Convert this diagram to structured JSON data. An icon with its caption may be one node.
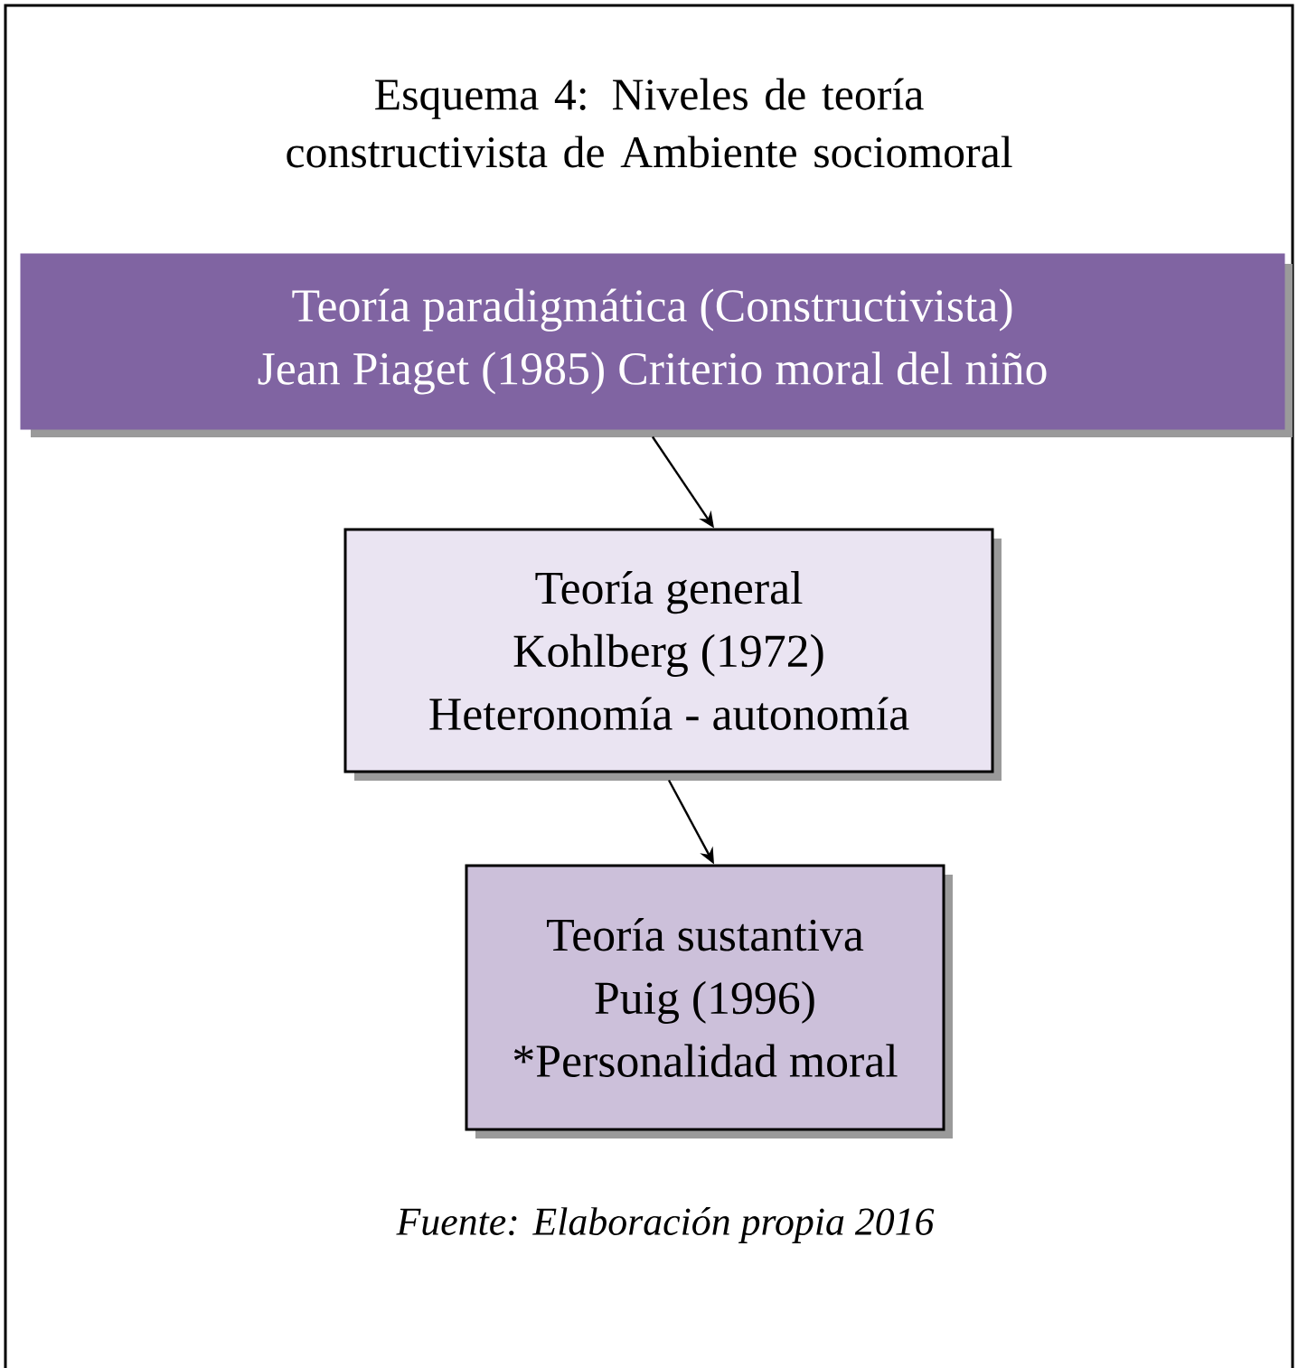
{
  "diagram": {
    "title": "Esquema 4: Niveles de teoría constructivista de Ambiente sociomoral",
    "nodes": [
      {
        "text": [
          "Teoría paradigmática (Constructivista)",
          "Jean Piaget (1985) Criterio moral del niño"
        ]
      },
      {
        "text": [
          "Teoría general",
          "Kohlberg (1972)",
          "Heteronomía - autonomía"
        ]
      },
      {
        "text": [
          "Teoría sustantiva",
          "Puig (1996)",
          "*Personalidad moral"
        ]
      }
    ],
    "edges": [
      {
        "from": 0,
        "to": 1,
        "arrow": "to"
      },
      {
        "from": 1,
        "to": 2,
        "arrow": "to"
      }
    ],
    "caption": "Fuente: Elaboración propia 2016"
  }
}
